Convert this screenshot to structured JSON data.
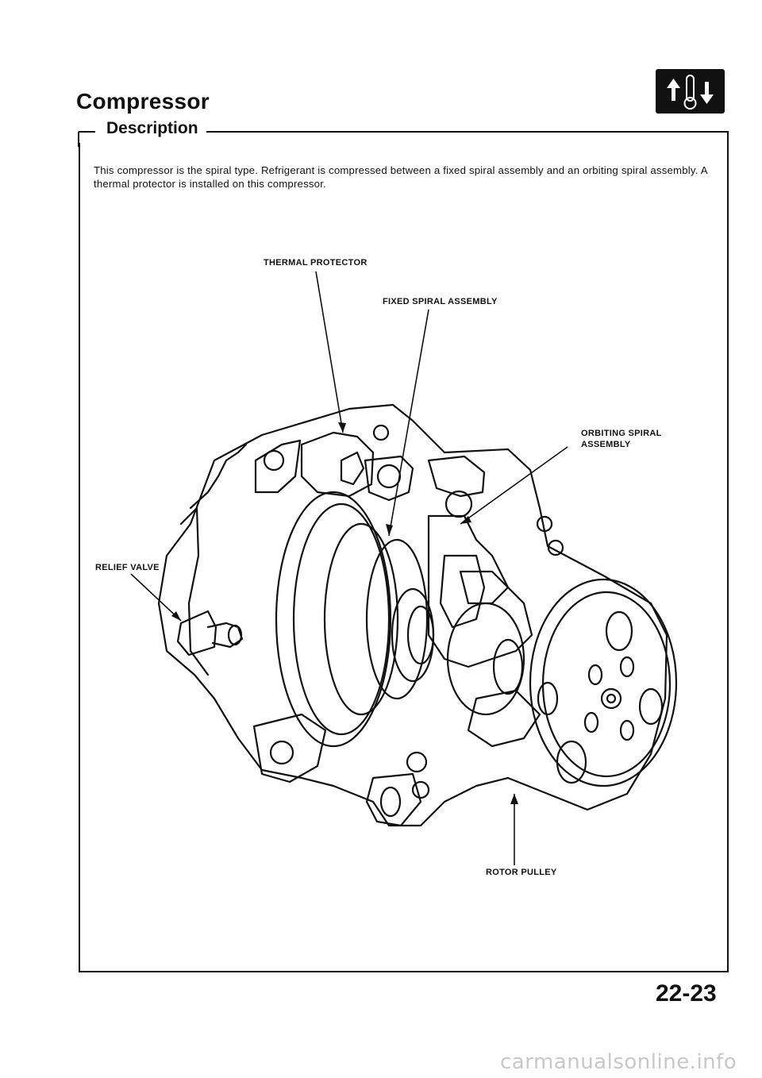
{
  "header": {
    "title": "Compressor",
    "section": "Description"
  },
  "description": "This compressor is the spiral type. Refrigerant is compressed between a fixed spiral assembly and an orbiting spiral assembly. A thermal protector is installed on this compressor.",
  "labels": {
    "thermal_protector": "THERMAL PROTECTOR",
    "fixed_spiral": "FIXED SPIRAL ASSEMBLY",
    "orbiting_spiral_line1": "ORBITING SPIRAL",
    "orbiting_spiral_line2": "ASSEMBLY",
    "relief_valve": "RELIEF VALVE",
    "rotor_pulley": "ROTOR PULLEY"
  },
  "icons": {
    "section_badge": "thermometer-arrows-icon"
  },
  "page_number": "22-23",
  "watermark": "carmanualsonline.info"
}
